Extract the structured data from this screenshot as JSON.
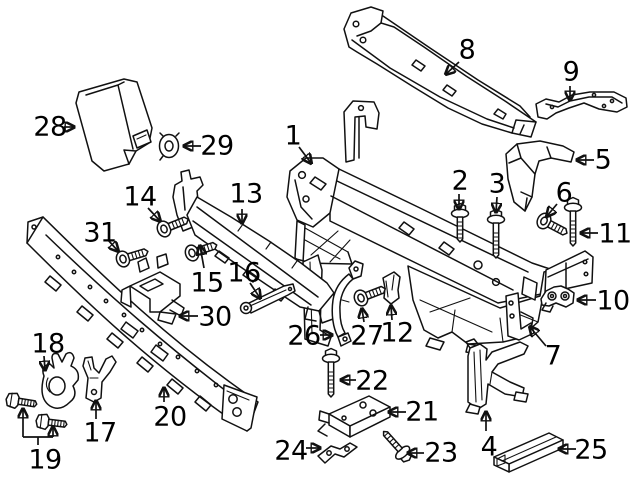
{
  "diagram": {
    "type": "exploded-parts-diagram",
    "subject": "radiator-support-and-front-bumper-components",
    "background_color": "#ffffff",
    "line_color": "#111111",
    "callout_count": 31,
    "callout_numbers": {
      "c1": "1",
      "c2": "2",
      "c3": "3",
      "c4": "4",
      "c5": "5",
      "c6": "6",
      "c7": "7",
      "c8": "8",
      "c9": "9",
      "c10": "10",
      "c11": "11",
      "c12": "12",
      "c13": "13",
      "c14": "14",
      "c15": "15",
      "c16": "16",
      "c17": "17",
      "c18": "18",
      "c19": "19",
      "c20": "20",
      "c21": "21",
      "c22": "22",
      "c23": "23",
      "c24": "24",
      "c25": "25",
      "c26": "26",
      "c27": "27",
      "c28": "28",
      "c29": "29",
      "c30": "30",
      "c31": "31"
    }
  }
}
